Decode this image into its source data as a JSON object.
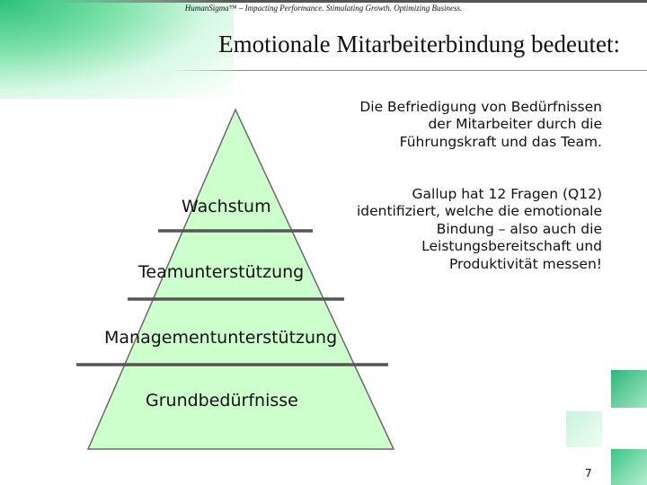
{
  "header": {
    "tagline": "HumanSigma™ – Impacting Performance. Stimulating Growth. Optimizing Business."
  },
  "slide": {
    "title": "Emotionale Mitarbeiterbindung bedeutet:",
    "pyramid": {
      "levels": [
        "Wachstum",
        "Teamunterstützung",
        "Managementunterstützung",
        "Grundbedürfnisse"
      ]
    },
    "text_blocks": {
      "definition": "Die Befriedigung von Bedürfnissen der Mitarbeiter durch die Führungskraft und das Team.",
      "gallup": "Gallup hat 12 Fragen (Q12) identifiziert, welche die emotionale Bindung – also auch die Leistungsbereitschaft und Produktivität messen!"
    },
    "page_number": "7"
  },
  "colors": {
    "pyramid_fill": "#ccffcc",
    "accent_green": "#2cc07a"
  }
}
